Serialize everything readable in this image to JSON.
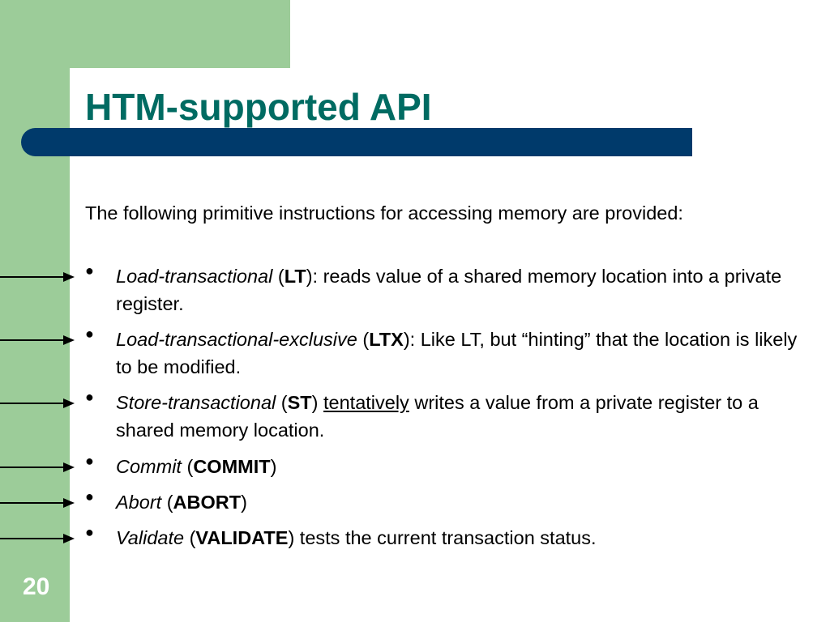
{
  "slide": {
    "title": "HTM-supported API",
    "number": "20",
    "intro": "The following primitive instructions for accessing memory are provided:",
    "items": [
      {
        "name": "Load-transactional",
        "open": " (",
        "code": "LT",
        "close": ")",
        "desc": ": reads value of a shared memory location into a private register."
      },
      {
        "name": "Load-transactional-exclusive",
        "open": " (",
        "code": "LTX",
        "close": ")",
        "desc": ": Like LT, but “hinting” that the location is likely to be modified."
      },
      {
        "name": "Store-transactional",
        "open": " (",
        "code": "ST",
        "close": ") ",
        "emph": "tentatively",
        "desc": " writes a value from a private register to a shared memory location."
      },
      {
        "name": "Commit",
        "open": " (",
        "code": "COMMIT",
        "close": ")",
        "desc": ""
      },
      {
        "name": "Abort",
        "open": " (",
        "code": "ABORT",
        "close": ")",
        "desc": ""
      },
      {
        "name": "Validate",
        "open": " (",
        "code": "VALIDATE",
        "close": ")",
        "desc": " tests the current transaction status."
      }
    ]
  },
  "colors": {
    "accent_green": "#9ccc99",
    "title_teal": "#006b62",
    "bar_navy": "#003a6b"
  },
  "icons": {
    "bullet": "●",
    "pointer": "right-arrow-icon"
  }
}
